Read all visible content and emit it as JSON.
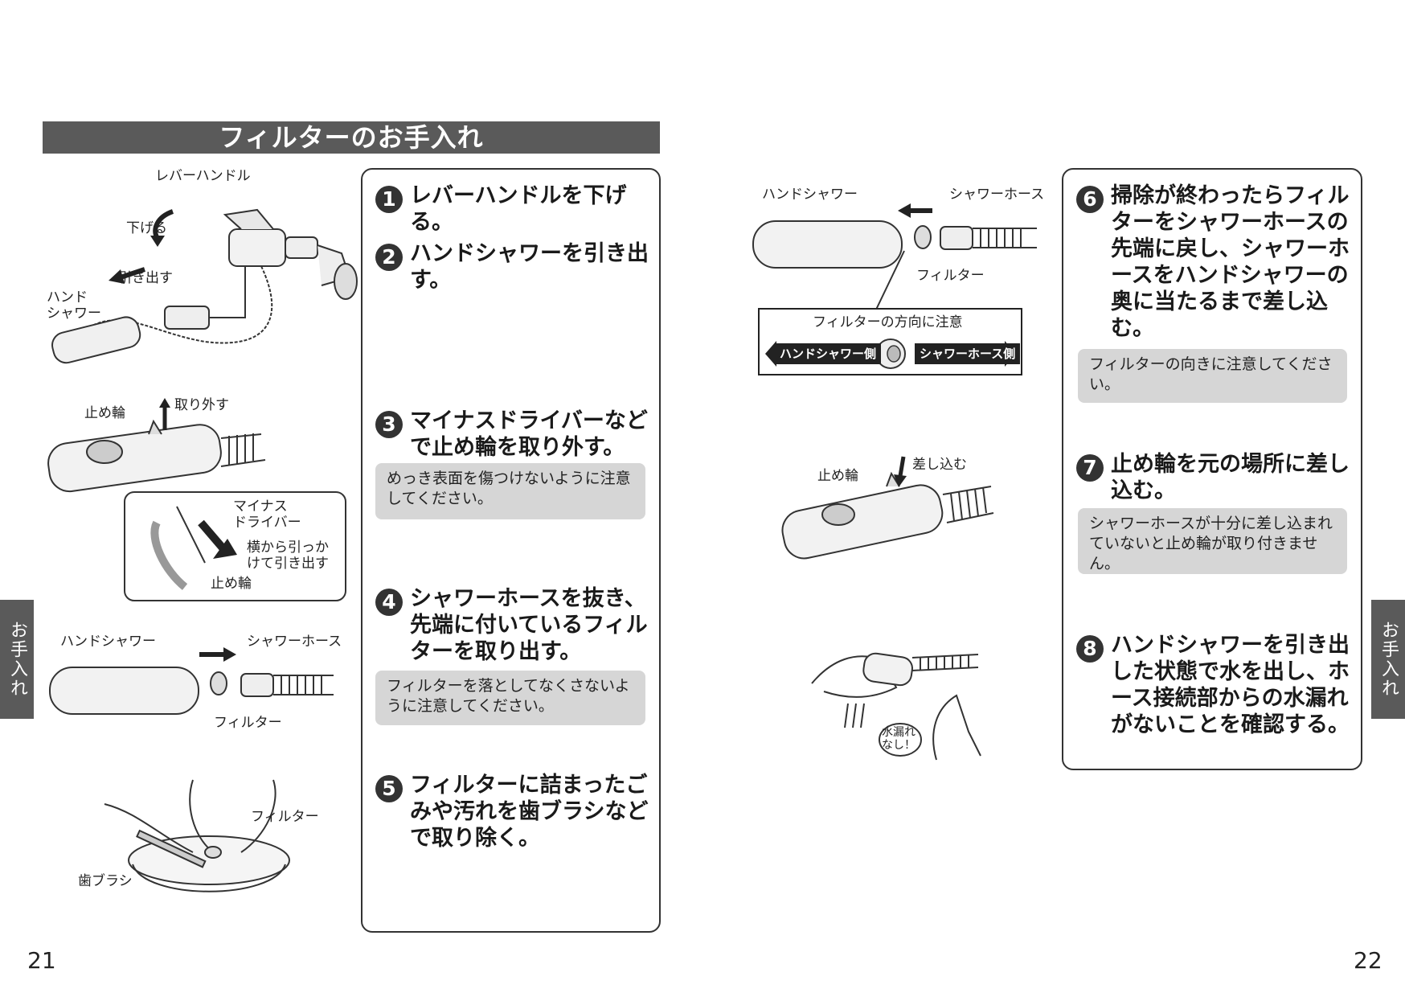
{
  "section_title": "フィルターのお手入れ",
  "left_labels": {
    "lever_handle": "レバーハンドル",
    "lower": "下げる",
    "pull_out": "引き出す",
    "hand_shower": "ハンド\nシャワー",
    "stop_ring": "止め輪",
    "remove": "取り外す",
    "minus_driver": "マイナス\nドライバー",
    "hook_pull": "横から引っか\nけて引き出す",
    "stop_ring2": "止め輪",
    "hand_shower2": "ハンドシャワー",
    "shower_hose": "シャワーホース",
    "filter": "フィルター",
    "filter2": "フィルター",
    "toothbrush": "歯ブラシ"
  },
  "left_steps": [
    {
      "num": "1",
      "text": "レバーハンドルを下げる。"
    },
    {
      "num": "2",
      "text": "ハンドシャワーを引き出す。"
    },
    {
      "num": "3",
      "text": "マイナスドライバーなどで止め輪を取り外す。",
      "note": "めっき表面を傷つけないように注意してください。"
    },
    {
      "num": "4",
      "text": "シャワーホースを抜き、先端に付いているフィルターを取り出す。",
      "note": "フィルターを落としてなくさないように注意してください。"
    },
    {
      "num": "5",
      "text": "フィルターに詰まったごみや汚れを歯ブラシなどで取り除く。"
    }
  ],
  "right_labels": {
    "hand_shower": "ハンドシャワー",
    "shower_hose": "シャワーホース",
    "filter": "フィルター",
    "direction_note": "フィルターの方向に注意",
    "hand_shower_side": "ハンドシャワー側",
    "shower_hose_side": "シャワーホース側",
    "stop_ring": "止め輪",
    "insert": "差し込む",
    "no_leak": "水漏れ\nなし！"
  },
  "right_steps": [
    {
      "num": "6",
      "text": "掃除が終わったらフィルターをシャワーホースの先端に戻し、シャワーホースをハンドシャワーの奥に当たるまで差し込む。",
      "note": "フィルターの向きに注意してください。"
    },
    {
      "num": "7",
      "text": "止め輪を元の場所に差し込む。",
      "note": "シャワーホースが十分に差し込まれていないと止め輪が取り付きません。"
    },
    {
      "num": "8",
      "text": "ハンドシャワーを引き出した状態で水を出し、ホース接続部からの水漏れがないことを確認する。"
    }
  ],
  "side_tab": "お手入れ",
  "page_left": "21",
  "page_right": "22"
}
